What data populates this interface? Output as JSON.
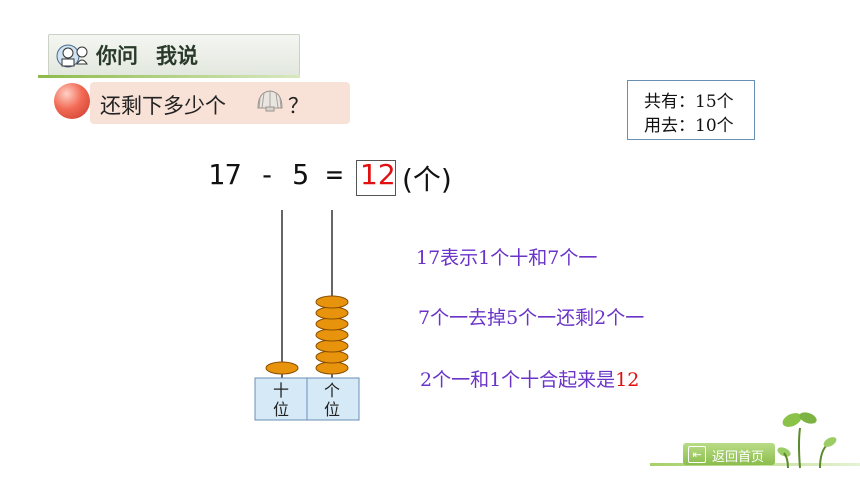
{
  "header": {
    "title_part1": "你问",
    "title_part2": "我说"
  },
  "question": {
    "text_before": "还剩下多少个",
    "text_after": "？",
    "icon": "shell-icon"
  },
  "info_box": {
    "line1": "共有：15个",
    "line2": "用去：10个"
  },
  "equation": {
    "expression": "17 - 5 =",
    "answer": "12",
    "unit": "(个)"
  },
  "abacus": {
    "label_tens": "十 位",
    "label_ones": "个 位",
    "tens_beads": 1,
    "ones_beads": 7
  },
  "explanations": {
    "line1": "17表示1个十和7个一",
    "line2": "7个一去掉5个一还剩2个一",
    "line3_text": "2个一和1个十合起来是",
    "line3_number": "12"
  },
  "footer": {
    "home_label": "返回首页"
  },
  "colors": {
    "accent_purple": "#6a34c8",
    "answer_red": "#e01010",
    "bead": "#e8930c",
    "green": "#8bbd4d"
  }
}
